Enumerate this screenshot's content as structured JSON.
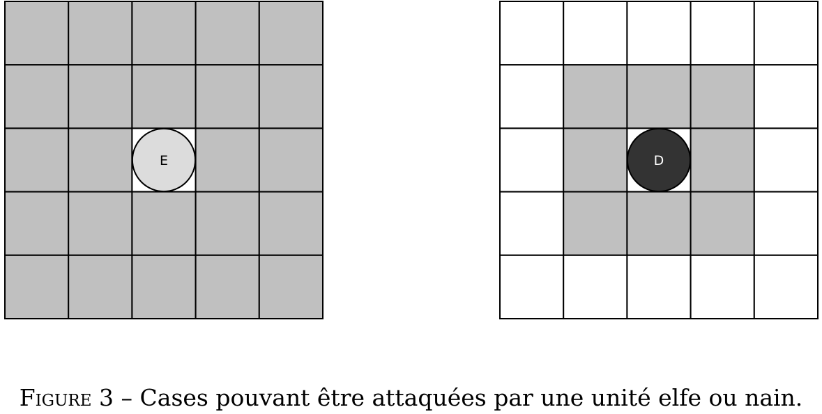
{
  "grids": [
    {
      "id": "elf",
      "unit_label": "E",
      "unit_fill": "#dcdcdc",
      "unit_text_color": "#000000",
      "rows": 5,
      "cols": 5,
      "unit_position": [
        2,
        2
      ],
      "attackable_fill": "#c0c0c0",
      "empty_fill": "#ffffff",
      "attackable": [
        [
          1,
          1,
          1,
          1,
          1
        ],
        [
          1,
          1,
          1,
          1,
          1
        ],
        [
          1,
          1,
          0,
          1,
          1
        ],
        [
          1,
          1,
          1,
          1,
          1
        ],
        [
          1,
          1,
          1,
          1,
          1
        ]
      ]
    },
    {
      "id": "dwarf",
      "unit_label": "D",
      "unit_fill": "#333333",
      "unit_text_color": "#ffffff",
      "rows": 5,
      "cols": 5,
      "unit_position": [
        2,
        2
      ],
      "attackable_fill": "#c0c0c0",
      "empty_fill": "#ffffff",
      "attackable": [
        [
          0,
          0,
          0,
          0,
          0
        ],
        [
          0,
          1,
          1,
          1,
          0
        ],
        [
          0,
          1,
          0,
          1,
          0
        ],
        [
          0,
          1,
          1,
          1,
          0
        ],
        [
          0,
          0,
          0,
          0,
          0
        ]
      ]
    }
  ],
  "caption": {
    "label": "Figure 3",
    "separator": " – ",
    "text": "Cases pouvant être attaquées par une unité elfe ou nain."
  }
}
